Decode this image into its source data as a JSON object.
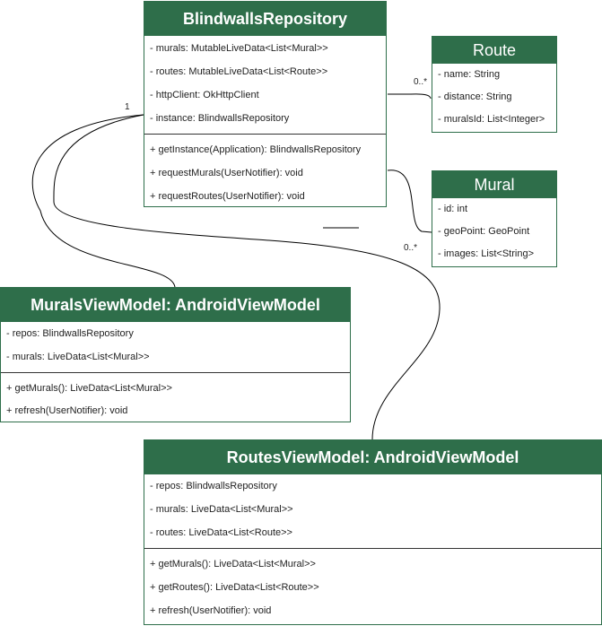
{
  "classes": {
    "repo": {
      "title": "BlindwallsRepository",
      "attributes": [
        "- murals: MutableLiveData<List<Mural>>",
        "- routes: MutableLiveData<List<Route>>",
        "- httpClient: OkHttpClient",
        "- instance: BlindwallsRepository"
      ],
      "methods": [
        "+ getInstance(Application): BlindwallsRepository",
        "+ requestMurals(UserNotifier): void",
        "+ requestRoutes(UserNotifier): void"
      ]
    },
    "route": {
      "title": "Route",
      "attributes": [
        "- name: String",
        "- distance: String",
        "- muralsId: List<Integer>"
      ]
    },
    "mural": {
      "title": "Mural",
      "attributes": [
        "- id: int",
        "- geoPoint: GeoPoint",
        "- images: List<String>"
      ]
    },
    "muralsvm": {
      "title": "MuralsViewModel: AndroidViewModel",
      "attributes": [
        "- repos: BlindwallsRepository",
        "- murals: LiveData<List<Mural>>"
      ],
      "methods": [
        "+ getMurals(): LiveData<List<Mural>>",
        "+ refresh(UserNotifier): void"
      ]
    },
    "routesvm": {
      "title": "RoutesViewModel: AndroidViewModel",
      "attributes": [
        "- repos: BlindwallsRepository",
        "- murals: LiveData<List<Mural>>",
        "- routes: LiveData<List<Route>>"
      ],
      "methods": [
        "+ getMurals(): LiveData<List<Mural>>",
        "+ getRoutes(): LiveData<List<Route>>",
        "+ refresh(UserNotifier): void"
      ]
    }
  },
  "multiplicities": {
    "repo_self": "1",
    "route_end": "0..*",
    "mural_end": "0..*"
  },
  "colors": {
    "header_fill": "#2e6e4a",
    "header_text": "#ffffff",
    "line": "#000000"
  }
}
